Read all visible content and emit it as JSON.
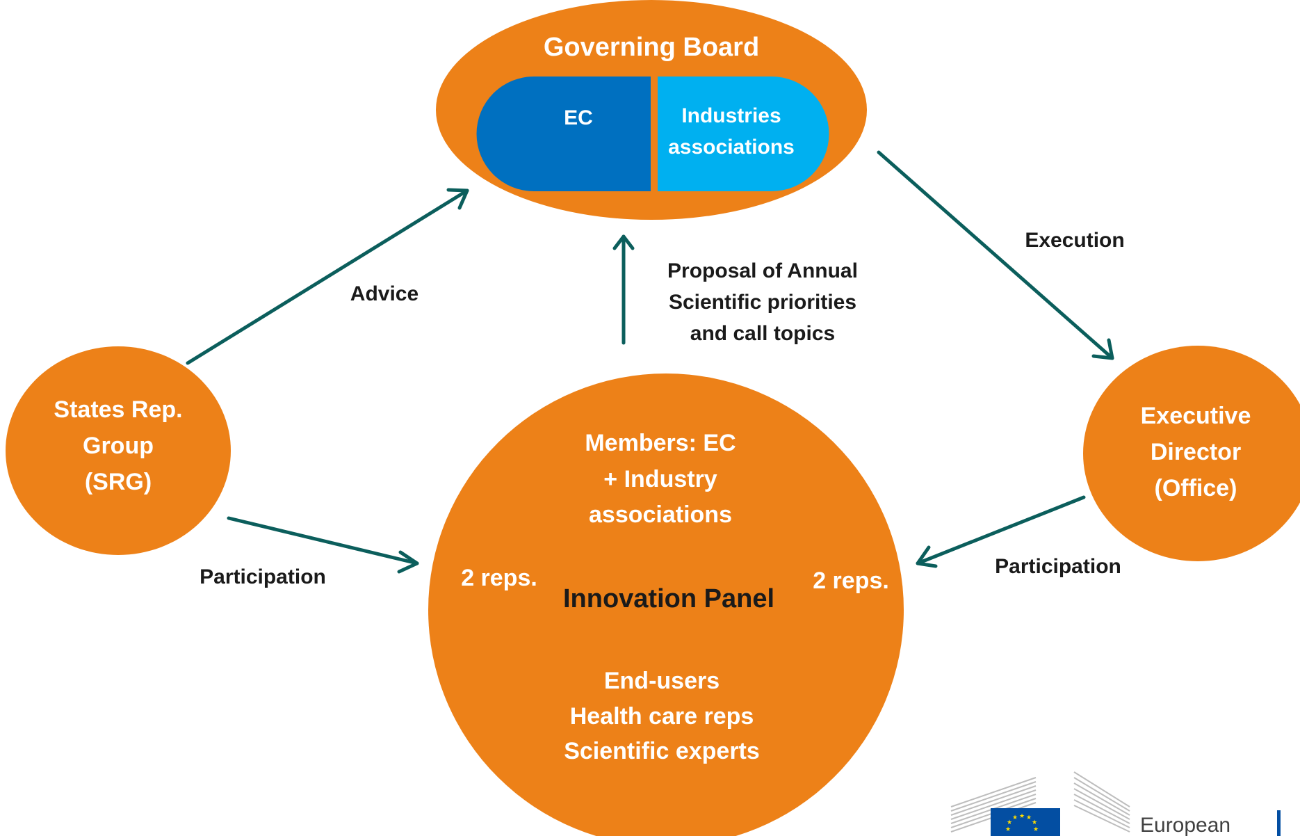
{
  "colors": {
    "orange": "#ED8118",
    "ec_blue": "#0070C0",
    "industries_blue": "#00B0F0",
    "arrow_teal": "#0B5E5C",
    "text_dark": "#1a1a1a",
    "text_white": "#ffffff",
    "eu_blue": "#034EA2",
    "eu_star_yellow": "#FFDD00"
  },
  "governing_board": {
    "title": "Governing Board",
    "ec_label": "EC",
    "industries_line1": "Industries",
    "industries_line2": "associations"
  },
  "srg": {
    "line1": "States Rep.",
    "line2": "Group",
    "line3": "(SRG)"
  },
  "executive_director": {
    "line1": "Executive",
    "line2": "Director",
    "line3": "(Office)"
  },
  "innovation_panel": {
    "members_line1": "Members: EC",
    "members_line2": "+ Industry",
    "members_line3": "associations",
    "left_reps": "2 reps.",
    "right_reps": "2 reps.",
    "title": "Innovation Panel",
    "end_users": "End-users",
    "health_care": "Health care reps",
    "scientific_experts": "Scientific experts"
  },
  "arrow_labels": {
    "advice": "Advice",
    "proposal_line1": "Proposal of Annual",
    "proposal_line2": "Scientific priorities",
    "proposal_line3": "and call topics",
    "execution": "Execution",
    "participation_left": "Participation",
    "participation_right": "Participation"
  },
  "logo": {
    "text": "European",
    "icon": "eu-flag-icon"
  }
}
